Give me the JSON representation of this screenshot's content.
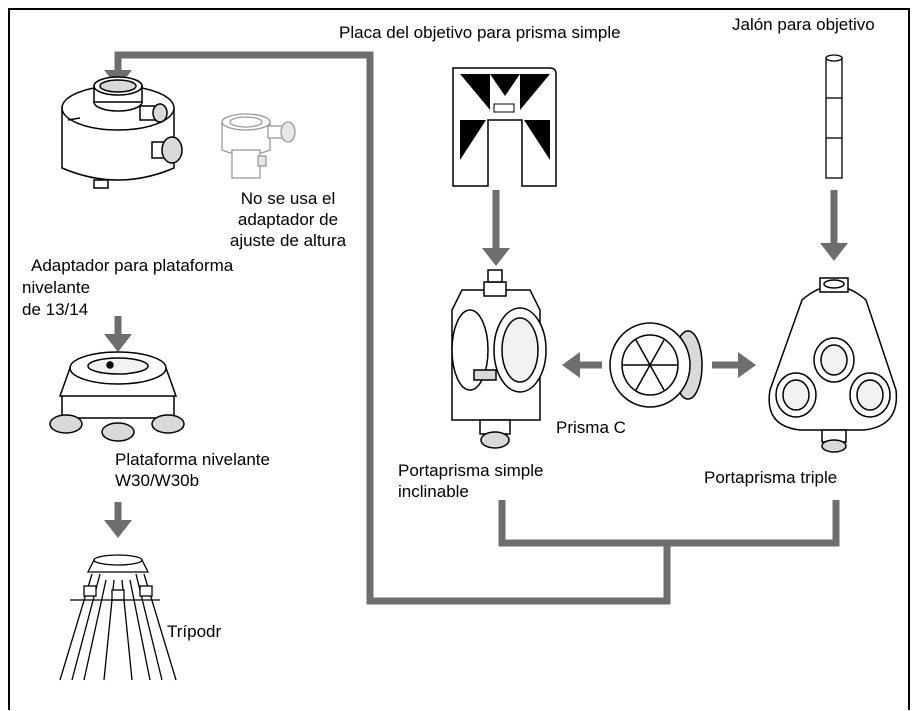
{
  "labels": {
    "single_target_plate": "Placa del objetivo para prisma simple",
    "target_pole": "Jalón para objetivo",
    "height_adapter_note_1": "No se usa el",
    "height_adapter_note_2": "adaptador de",
    "height_adapter_note_3": "ajuste de altura",
    "tribrach_adapter_1": "Adaptador para plataforma",
    "tribrach_adapter_2": "nivelante",
    "tribrach_adapter_3": "de 13/14",
    "tribrach_1": "Plataforma nivelante",
    "tribrach_2": "W30/W30b",
    "tripod": "Trípodr",
    "single_tilt_holder_1": "Portaprisma simple",
    "single_tilt_holder_2": "inclinable",
    "prism": "Prisma C",
    "triple_holder": "Portaprisma triple"
  },
  "colors": {
    "connector": "#6e6e6e",
    "line": "#000000",
    "shade": "#d9d9d9"
  }
}
